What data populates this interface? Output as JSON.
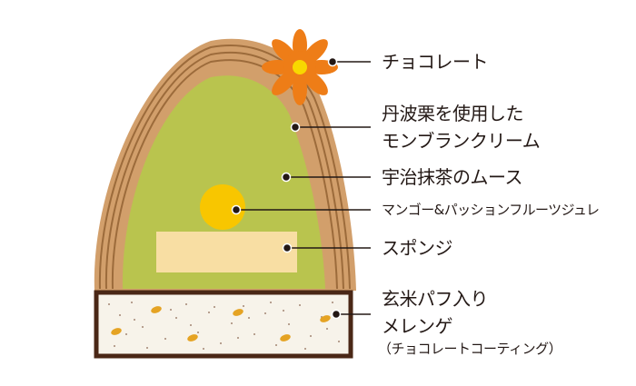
{
  "labels": {
    "chocolate": "チョコレート",
    "chestnut_line1": "丹波栗を使用した",
    "chestnut_line2": "モンブランクリーム",
    "matcha": "宇治抹茶のムース",
    "mango": "マンゴー&パッションフルーツジュレ",
    "sponge": "スポンジ",
    "base_line1": "玄米パフ入り",
    "base_line2": "メレンゲ",
    "base_line3": "（チョコレートコーティング）"
  },
  "colors": {
    "chestnut_cream": "#d29f6b",
    "chestnut_stripe": "#9c6b3b",
    "matcha": "#b9c44e",
    "mango": "#f8c600",
    "sponge": "#f8dea3",
    "chocolate_flower": "#ee7d17",
    "flower_center": "#f8d800",
    "base_border": "#4a2716",
    "base_fill": "#f7f3ea",
    "puff": "#e5a323",
    "leader_line": "#231815"
  }
}
